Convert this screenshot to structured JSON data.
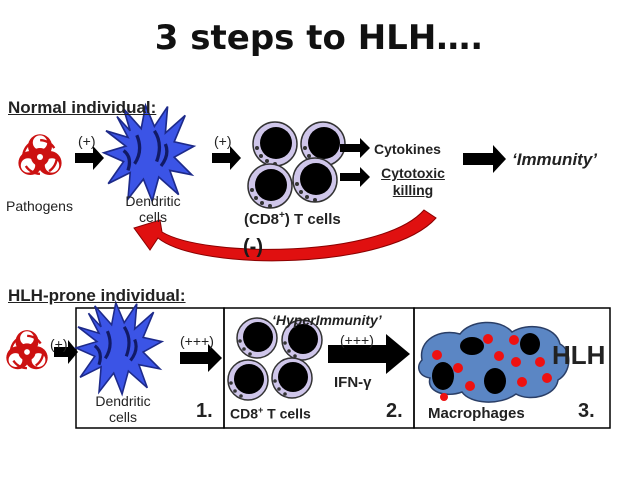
{
  "title": "3 steps to HLH….",
  "normal": {
    "heading": "Normal individual:",
    "plus1": "(+)",
    "plus2": "(+)",
    "pathogens": "Pathogens",
    "dendritic_line1": "Dendritic",
    "dendritic_line2": "cells",
    "tcells": "(CD8",
    "tcells_sup": "+",
    "tcells_end": ") T cells",
    "cytokines": "Cytokines",
    "cytotoxic_line1": "Cytotoxic",
    "cytotoxic_line2": "killing",
    "immunity": "‘Immunity’",
    "feedback": "(-)"
  },
  "hlh": {
    "heading": "HLH-prone individual:",
    "plus": "(+)",
    "plus3a": "(+++)",
    "plus3b": "(+++)",
    "hyperimmunity": "‘HyperImmunity’",
    "ifn": "IFN-γ",
    "dendritic_line1": "Dendritic",
    "dendritic_line2": "cells",
    "step1": "1.",
    "cd8": "CD8",
    "cd8_sup": "+",
    "cd8_end": " T cells",
    "step2": "2.",
    "macrophages": "Macrophages",
    "step3": "3.",
    "hlh_label": "HLH"
  },
  "colors": {
    "biohazard": "#cc1111",
    "dendritic": "#3b54e6",
    "tcell_outer": "#cfc6ea",
    "macrophage": "#5b86c4",
    "macrophage_dot": "#ee1111",
    "feedback_arrow": "#e01010"
  },
  "icons": [
    "biohazard-icon",
    "dendritic-cell-icon",
    "t-cell-icon",
    "macrophage-icon",
    "arrow-icon"
  ]
}
